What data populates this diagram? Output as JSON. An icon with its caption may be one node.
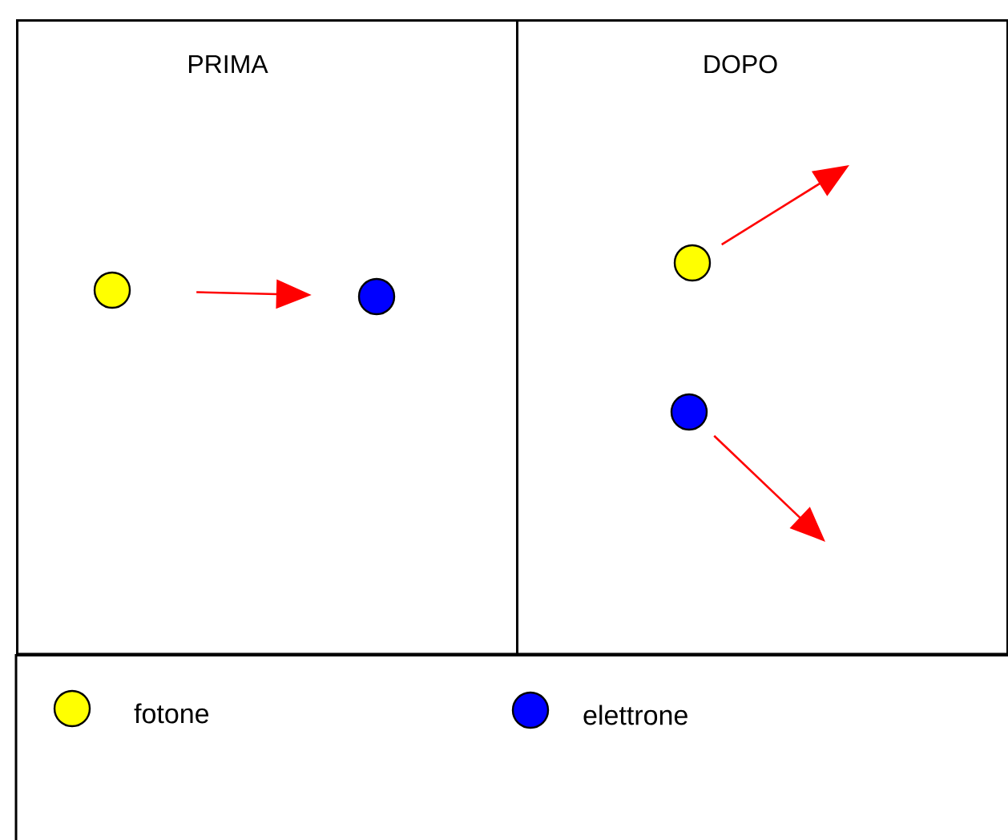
{
  "diagram": {
    "nodes": [
      {
        "text": [
          "PRIMA"
        ]
      },
      {
        "text": [
          "DOPO"
        ]
      },
      {
        "text": [],
        "shape": "circle",
        "in": 0
      },
      {
        "text": [],
        "shape": "circle",
        "in": 0
      },
      {
        "text": [],
        "shape": "circle",
        "in": 1
      },
      {
        "text": [],
        "shape": "circle",
        "in": 1
      }
    ],
    "edges": [
      {
        "from": 2,
        "to": 3,
        "arrow": "to"
      },
      {
        "from": 4,
        "to": null,
        "arrow": "to"
      },
      {
        "from": 5,
        "to": null,
        "arrow": "to"
      }
    ],
    "legend": [
      {
        "text": "fotone",
        "color": "#ffff00"
      },
      {
        "text": "elettrone",
        "color": "#0000ff"
      }
    ]
  }
}
